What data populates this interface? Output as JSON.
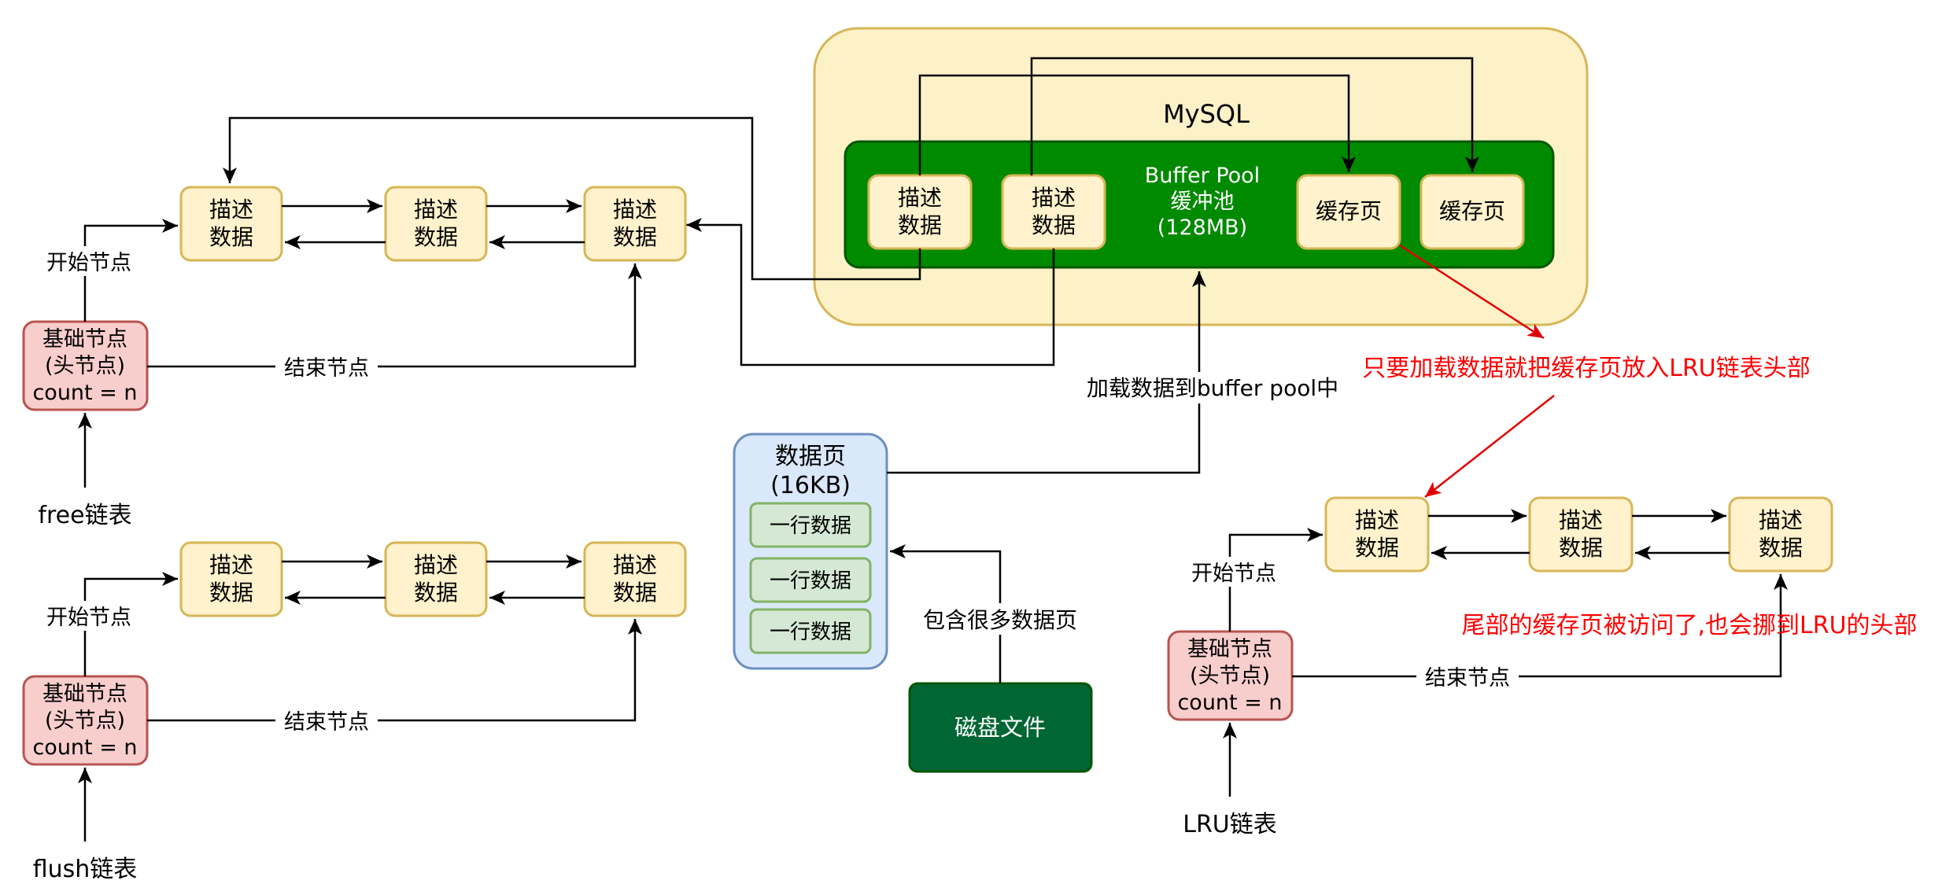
{
  "mysql": {
    "title": "MySQL",
    "buffer_pool": {
      "line1": "Buffer Pool",
      "line2": "缓冲池",
      "line3": "(128MB)"
    },
    "desc_blocks": [
      {
        "line1": "描述",
        "line2": "数据"
      },
      {
        "line1": "描述",
        "line2": "数据"
      }
    ],
    "cache_pages": [
      "缓存页",
      "缓存页"
    ]
  },
  "free_list": {
    "label": "free链表",
    "start_label": "开始节点",
    "end_label": "结束节点",
    "base_node": {
      "line1": "基础节点",
      "line2": "(头节点)",
      "line3": "count = n"
    },
    "nodes": [
      {
        "line1": "描述",
        "line2": "数据"
      },
      {
        "line1": "描述",
        "line2": "数据"
      },
      {
        "line1": "描述",
        "line2": "数据"
      }
    ]
  },
  "flush_list": {
    "label": "flush链表",
    "start_label": "开始节点",
    "end_label": "结束节点",
    "base_node": {
      "line1": "基础节点",
      "line2": "(头节点)",
      "line3": "count = n"
    },
    "nodes": [
      {
        "line1": "描述",
        "line2": "数据"
      },
      {
        "line1": "描述",
        "line2": "数据"
      },
      {
        "line1": "描述",
        "line2": "数据"
      }
    ]
  },
  "lru_list": {
    "label": "LRU链表",
    "start_label": "开始节点",
    "end_label": "结束节点",
    "base_node": {
      "line1": "基础节点",
      "line2": "(头节点)",
      "line3": "count = n"
    },
    "nodes": [
      {
        "line1": "描述",
        "line2": "数据"
      },
      {
        "line1": "描述",
        "line2": "数据"
      },
      {
        "line1": "描述",
        "line2": "数据"
      }
    ]
  },
  "data_page": {
    "line1": "数据页",
    "line2": "(16KB)",
    "rows": [
      "一行数据",
      "一行数据",
      "一行数据"
    ]
  },
  "disk_file": "磁盘文件",
  "labels": {
    "load_to_buffer_pool": "加载数据到buffer pool中",
    "contains_pages": "包含很多数据页"
  },
  "annotations": {
    "lru_head": "只要加载数据就把缓存页放入LRU链表头部",
    "lru_tail": "尾部的缓存页被访问了,也会挪到LRU的头部"
  },
  "colors": {
    "mysql_fill": "#fdf1c7",
    "mysql_stroke": "#d6b656",
    "pool_fill": "#008a00",
    "pool_stroke": "#005700",
    "node_fill": "#fff2cc",
    "node_stroke": "#d6b656",
    "base_fill": "#f8cecc",
    "base_stroke": "#b85450",
    "page_fill": "#dae8fc",
    "page_stroke": "#6c8ebf",
    "row_fill": "#d5e8d4",
    "row_stroke": "#82b366",
    "disk_fill": "#006633",
    "disk_stroke": "#005700",
    "annotation": "#ff0000"
  }
}
